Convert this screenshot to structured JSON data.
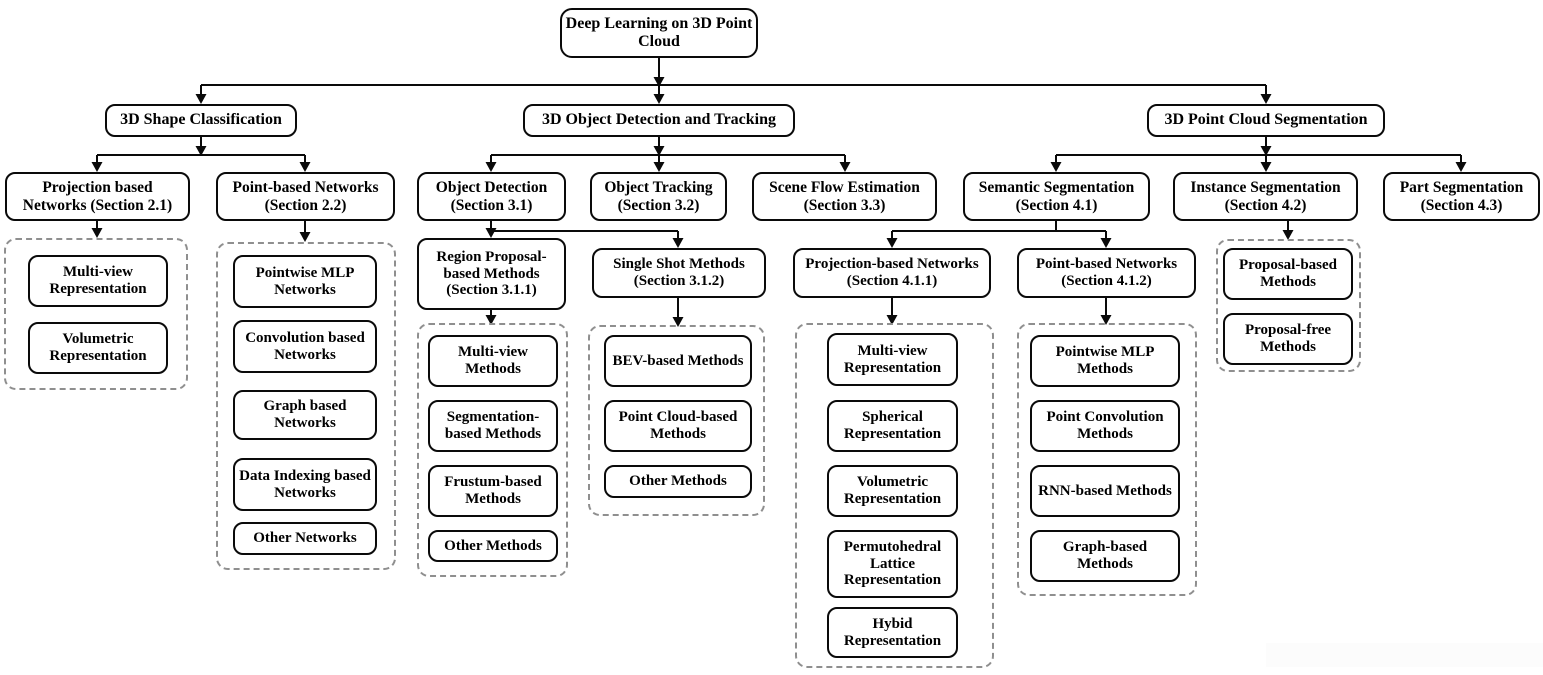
{
  "diagram": {
    "root": {
      "label": "Deep Learning on 3D Point Cloud"
    },
    "branches": [
      {
        "label": "3D Shape Classification",
        "children": [
          {
            "label": "Projection based Networks (Section 2.1)",
            "methods": [
              "Multi-view Representation",
              "Volumetric Representation"
            ]
          },
          {
            "label": "Point-based Networks (Section 2.2)",
            "methods": [
              "Pointwise MLP Networks",
              "Convolution based Networks",
              "Graph based Networks",
              "Data Indexing based Networks",
              "Other Networks"
            ]
          }
        ]
      },
      {
        "label": "3D Object Detection and Tracking",
        "children": [
          {
            "label": "Object Detection (Section 3.1)",
            "children": [
              {
                "label": "Region Proposal-based Methods (Section 3.1.1)",
                "methods": [
                  "Multi-view Methods",
                  "Segmentation-based Methods",
                  "Frustum-based Methods",
                  "Other Methods"
                ]
              },
              {
                "label": "Single Shot Methods (Section 3.1.2)",
                "methods": [
                  "BEV-based Methods",
                  "Point Cloud-based Methods",
                  "Other Methods"
                ]
              }
            ]
          },
          {
            "label": "Object Tracking (Section 3.2)"
          },
          {
            "label": "Scene Flow Estimation (Section 3.3)"
          }
        ]
      },
      {
        "label": "3D Point Cloud Segmentation",
        "children": [
          {
            "label": "Semantic Segmentation (Section 4.1)",
            "children": [
              {
                "label": "Projection-based Networks (Section 4.1.1)",
                "methods": [
                  "Multi-view Representation",
                  "Spherical Representation",
                  "Volumetric Representation",
                  "Permutohedral Lattice Representation",
                  "Hybid Representation"
                ]
              },
              {
                "label": "Point-based Networks (Section 4.1.2)",
                "methods": [
                  "Pointwise MLP Methods",
                  "Point Convolution Methods",
                  "RNN-based Methods",
                  "Graph-based Methods"
                ]
              }
            ]
          },
          {
            "label": "Instance Segmentation (Section 4.2)",
            "methods": [
              "Proposal-based Methods",
              "Proposal-free Methods"
            ]
          },
          {
            "label": "Part Segmentation (Section 4.3)"
          }
        ]
      }
    ]
  }
}
